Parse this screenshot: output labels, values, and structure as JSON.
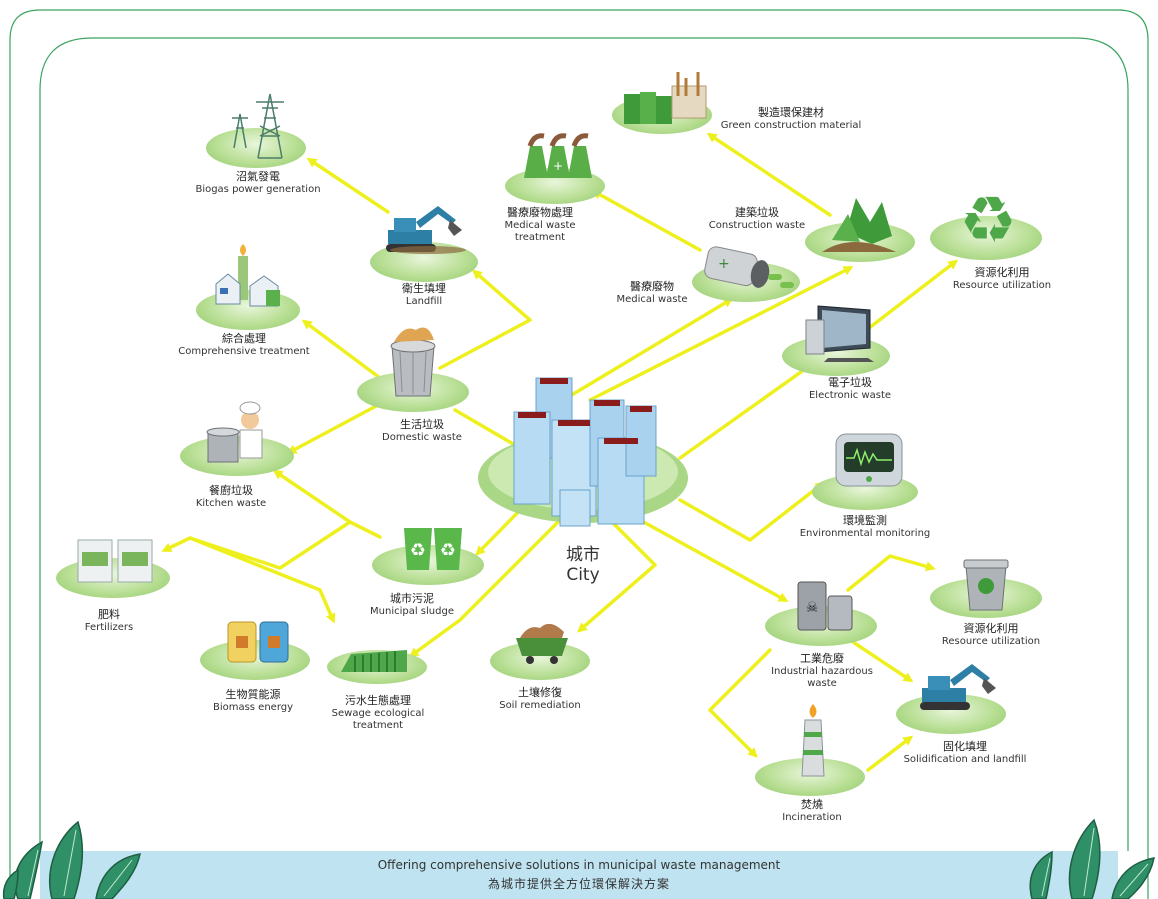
{
  "center": {
    "zh": "城市",
    "en": "City"
  },
  "nodes": {
    "biogas": {
      "zh": "沼氣發電",
      "en": "Biogas power generation"
    },
    "landfill": {
      "zh": "衛生填埋",
      "en": "Landfill"
    },
    "comprehensive": {
      "zh": "綜合處理",
      "en": "Comprehensive treatment"
    },
    "domestic": {
      "zh": "生活垃圾",
      "en": "Domestic waste"
    },
    "kitchen": {
      "zh": "餐廚垃圾",
      "en": "Kitchen waste"
    },
    "fertilizers": {
      "zh": "肥料",
      "en": "Fertilizers"
    },
    "biomass": {
      "zh": "生物質能源",
      "en": "Biomass energy"
    },
    "sludge": {
      "zh": "城市污泥",
      "en": "Municipal sludge"
    },
    "sewage": {
      "zh": "污水生態處理",
      "en1": "Sewage ecological",
      "en2": "treatment"
    },
    "soil": {
      "zh": "土壤修復",
      "en": "Soil remediation"
    },
    "medical_treat": {
      "zh": "醫療廢物處理",
      "en1": "Medical waste",
      "en2": "treatment"
    },
    "medical": {
      "zh": "醫療廢物",
      "en": "Medical waste"
    },
    "green_material": {
      "zh": "製造環保建材",
      "en": "Green construction material"
    },
    "construction": {
      "zh": "建築垃圾",
      "en": "Construction waste"
    },
    "resource1": {
      "zh": "資源化利用",
      "en": "Resource utilization"
    },
    "electronic": {
      "zh": "電子垃圾",
      "en": "Electronic waste"
    },
    "monitoring": {
      "zh": "環境監測",
      "en": "Environmental monitoring"
    },
    "resource2": {
      "zh": "資源化利用",
      "en": "Resource utilization"
    },
    "industrial": {
      "zh": "工業危廢",
      "en1": "Industrial hazardous",
      "en2": "waste"
    },
    "solidification": {
      "zh": "固化填埋",
      "en": "Solidification and landfill"
    },
    "incineration": {
      "zh": "焚燒",
      "en": "Incineration"
    }
  },
  "banner": {
    "en": "Offering comprehensive solutions in municipal waste management",
    "zh": "為城市提供全方位環保解決方案"
  },
  "colors": {
    "arrow": "#eef01e",
    "frame": "#3aa35f",
    "banner": "#bfe3f0",
    "leaf": "#2f8f66",
    "disc": "#b9df95"
  }
}
